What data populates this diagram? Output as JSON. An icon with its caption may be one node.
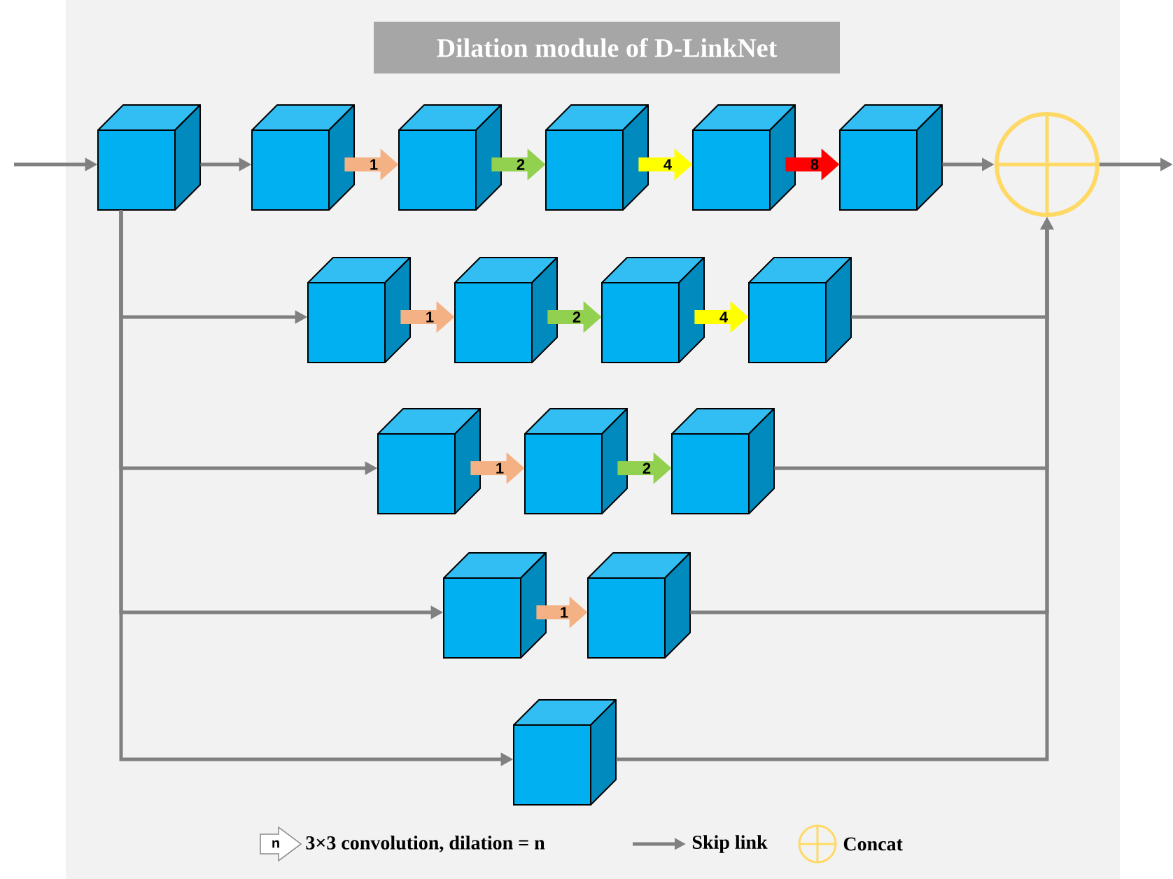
{
  "diagram": {
    "title": "Dilation module of D-LinkNet",
    "nodes": [
      {
        "text": [],
        "shape": "box"
      },
      {
        "text": [],
        "shape": "box"
      },
      {
        "text": [],
        "shape": "box"
      },
      {
        "text": [],
        "shape": "box"
      },
      {
        "text": [],
        "shape": "box"
      },
      {
        "text": [],
        "shape": "box"
      },
      {
        "text": [],
        "shape": "circle"
      },
      {
        "text": [],
        "shape": "box"
      },
      {
        "text": [],
        "shape": "box"
      },
      {
        "text": [],
        "shape": "box"
      },
      {
        "text": [],
        "shape": "box"
      },
      {
        "text": [],
        "shape": "box"
      },
      {
        "text": [],
        "shape": "box"
      },
      {
        "text": [],
        "shape": "box"
      },
      {
        "text": [],
        "shape": "box"
      },
      {
        "text": [],
        "shape": "box"
      },
      {
        "text": [],
        "shape": "box"
      }
    ],
    "edges": [
      {
        "from": null,
        "to": 0,
        "arrow": "to"
      },
      {
        "from": 0,
        "to": 1,
        "arrow": "to"
      },
      {
        "from": 1,
        "to": 2,
        "arrow": "to",
        "label": "1",
        "style": "thick",
        "color": "#f4b183"
      },
      {
        "from": 2,
        "to": 3,
        "arrow": "to",
        "label": "2",
        "style": "thick",
        "color": "#92d050"
      },
      {
        "from": 3,
        "to": 4,
        "arrow": "to",
        "label": "4",
        "style": "thick",
        "color": "#ffff00"
      },
      {
        "from": 4,
        "to": 5,
        "arrow": "to",
        "label": "8",
        "style": "thick",
        "color": "#ff0000"
      },
      {
        "from": 5,
        "to": 6,
        "arrow": "to"
      },
      {
        "from": 6,
        "to": null,
        "arrow": "to"
      },
      {
        "from": 0,
        "to": 7,
        "arrow": "to"
      },
      {
        "from": 7,
        "to": 8,
        "arrow": "to",
        "label": "1",
        "style": "thick",
        "color": "#f4b183"
      },
      {
        "from": 8,
        "to": 9,
        "arrow": "to",
        "label": "2",
        "style": "thick",
        "color": "#92d050"
      },
      {
        "from": 9,
        "to": 10,
        "arrow": "to",
        "label": "4",
        "style": "thick",
        "color": "#ffff00"
      },
      {
        "from": 10,
        "to": 6,
        "arrow": "to"
      },
      {
        "from": 0,
        "to": 11,
        "arrow": "to"
      },
      {
        "from": 11,
        "to": 12,
        "arrow": "to",
        "label": "1",
        "style": "thick",
        "color": "#f4b183"
      },
      {
        "from": 12,
        "to": 13,
        "arrow": "to",
        "label": "2",
        "style": "thick",
        "color": "#92d050"
      },
      {
        "from": 13,
        "to": 6,
        "arrow": "to"
      },
      {
        "from": 0,
        "to": 14,
        "arrow": "to"
      },
      {
        "from": 14,
        "to": 15,
        "arrow": "to",
        "label": "1",
        "style": "thick",
        "color": "#f4b183"
      },
      {
        "from": 15,
        "to": 6,
        "arrow": "to"
      },
      {
        "from": 0,
        "to": 16,
        "arrow": "to"
      },
      {
        "from": 16,
        "to": 6,
        "arrow": "to"
      }
    ],
    "labels": [
      "n"
    ],
    "legend": [
      {
        "text": "3×3 convolution, dilation = n"
      },
      {
        "text": "Skip link"
      },
      {
        "text": "Concat"
      }
    ]
  }
}
